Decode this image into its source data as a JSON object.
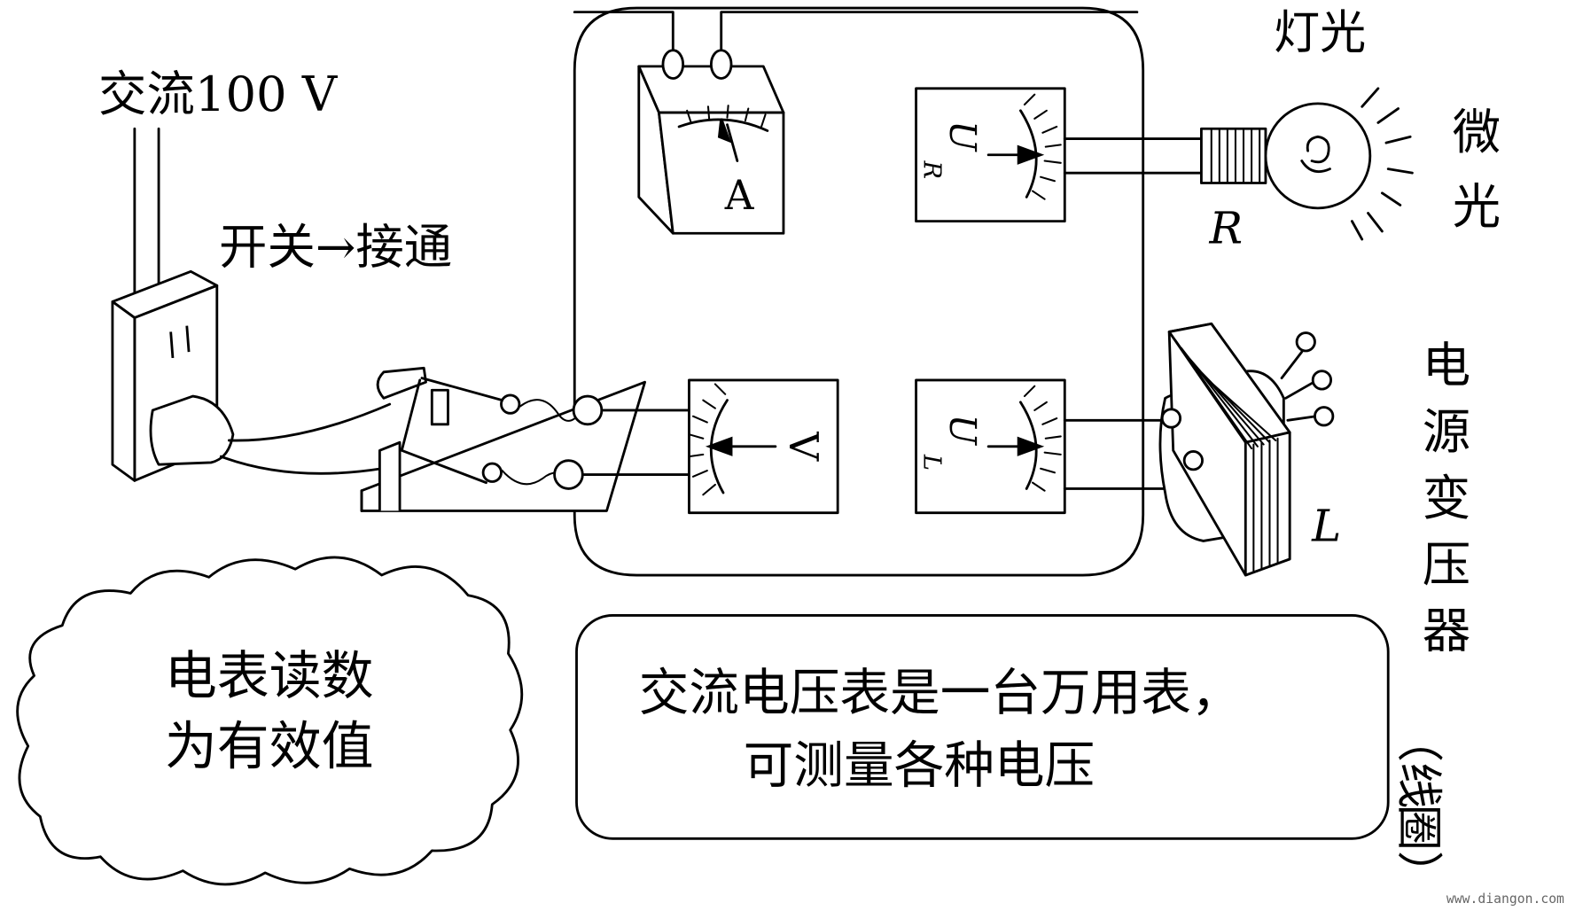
{
  "labels": {
    "ac_source": "交流100 V",
    "switch_on": "开关→接通",
    "light": "灯光",
    "faint_light_1": "微",
    "faint_light_2": "光",
    "resistor": "R",
    "inductor": "L",
    "ammeter": "A",
    "voltmeter": "V",
    "ur_main": "U",
    "ur_sub": "R",
    "ul_main": "U",
    "ul_sub": "L",
    "transformer": [
      "电",
      "源",
      "变",
      "压",
      "器",
      "（线",
      "圈）"
    ]
  },
  "notes": {
    "effective_line1": "电表读数",
    "effective_line2": "为有效值",
    "multimeter_line1": "交流电压表是一台万用表，",
    "multimeter_line2": "可测量各种电压"
  },
  "watermark": "www.diangon.com"
}
